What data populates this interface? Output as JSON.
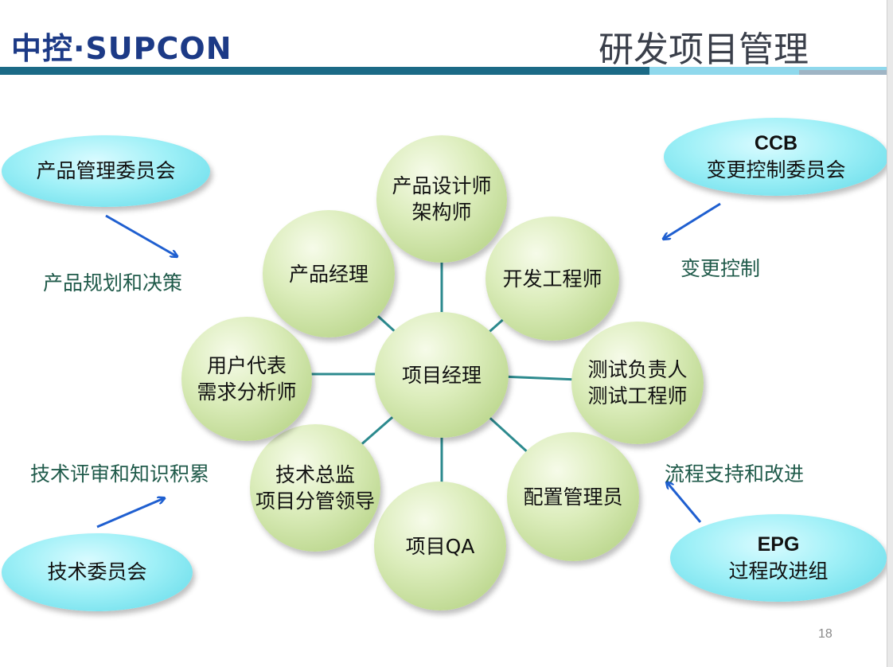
{
  "header": {
    "logo_text": "中控·SUPCON",
    "title": "研发项目管理",
    "colors": {
      "logo": "#1c3a86",
      "bar_dark": "#1b6a86",
      "bar_light": "#8fd8ec"
    }
  },
  "center_node": {
    "label": "项目经理"
  },
  "nodes": [
    {
      "id": "designer",
      "lines": [
        "产品设计师",
        "架构师"
      ]
    },
    {
      "id": "dev",
      "lines": [
        "开发工程师"
      ]
    },
    {
      "id": "test",
      "lines": [
        "测试负责人",
        "测试工程师"
      ]
    },
    {
      "id": "config",
      "lines": [
        "配置管理员"
      ]
    },
    {
      "id": "qa",
      "lines": [
        "项目QA"
      ]
    },
    {
      "id": "tech",
      "lines": [
        "技术总监",
        "项目分管领导"
      ]
    },
    {
      "id": "user",
      "lines": [
        "用户代表",
        "需求分析师"
      ]
    },
    {
      "id": "pm",
      "lines": [
        "产品经理"
      ]
    }
  ],
  "committees": {
    "product": {
      "lines": [
        "产品管理委员会"
      ]
    },
    "ccb": {
      "abbr": "CCB",
      "name": "变更控制委员会"
    },
    "tech": {
      "lines": [
        "技术委员会"
      ]
    },
    "epg": {
      "abbr": "EPG",
      "name": "过程改进组"
    }
  },
  "annotations": {
    "product": "产品规划和决策",
    "change": "变更控制",
    "tech": "技术评审和知识积累",
    "process": "流程支持和改进"
  },
  "colors": {
    "arrow": "#1f5fd0",
    "connector": "#2c8a8e",
    "annotation_text": "#1f5a4a"
  },
  "page_number": "18"
}
